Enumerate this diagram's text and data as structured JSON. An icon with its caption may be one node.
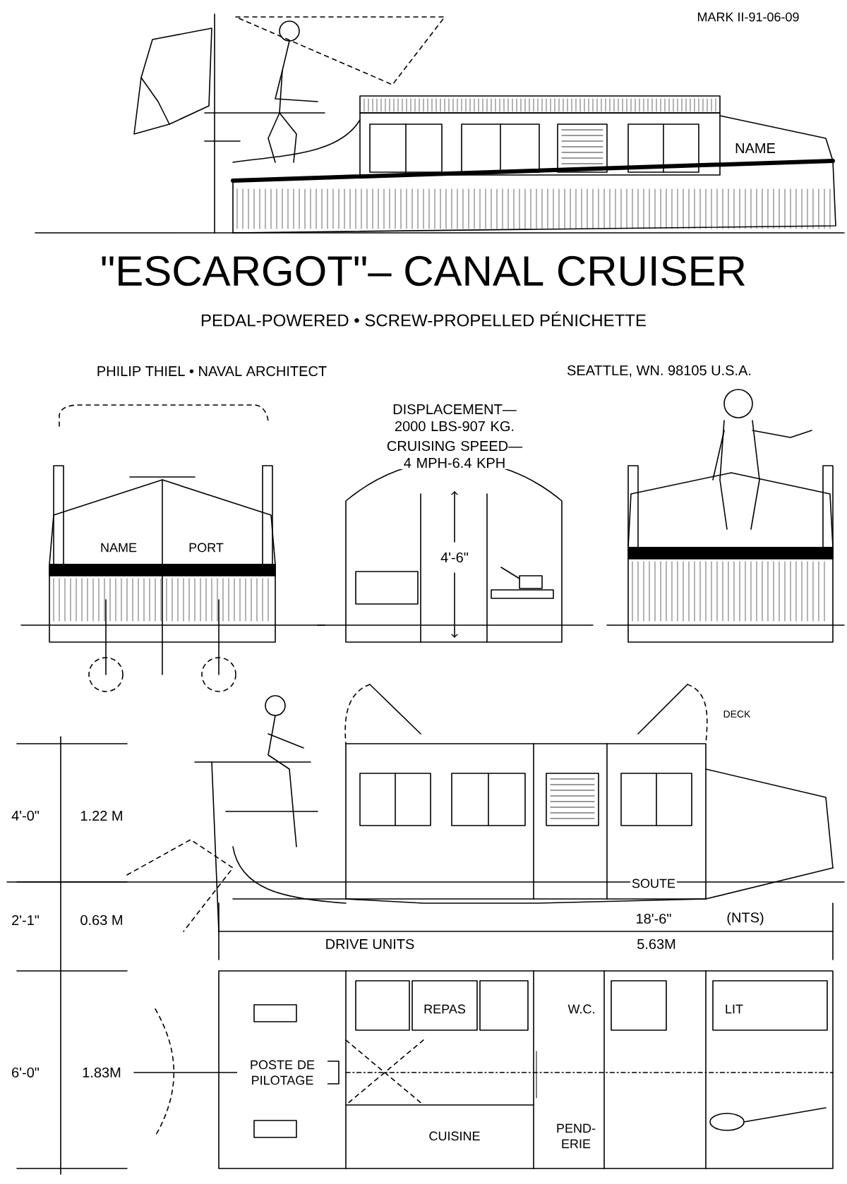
{
  "diagram": {
    "title": "\"ESCARGOT\"– CANAL CRUISER",
    "labels": [
      "MARK II-91-06-09",
      "NAME",
      "PEDAL-POWERED • SCREW-PROPELLED PÉNICHETTE",
      "PHILIP THIEL • NAVAL ARCHITECT",
      "SEATTLE, WN. 98105 U.S.A.",
      "NAME",
      "PORT",
      "DISPLACEMENT— 2000 LBS-907 KG.",
      "CRUISING SPEED— 4 MPH-6.4 KPH",
      "4'-6\"",
      "DECK",
      "4'-0\"",
      "1.22 M",
      "SOUTE",
      "2'-1\"",
      "0.63 M",
      "DRIVE UNITS",
      "18'-6\"",
      "(NTS)",
      "5.63M",
      "REPAS",
      "W.C.",
      "LIT",
      "6'-0\"",
      "1.83M",
      "POSTE DE PILOTAGE",
      "CUISINE",
      "PEND- ERIE"
    ]
  }
}
